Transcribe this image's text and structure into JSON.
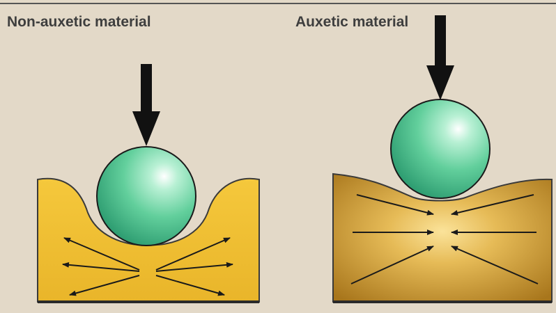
{
  "panels": [
    {
      "id": "left",
      "title": "Non-auxetic material"
    },
    {
      "id": "right",
      "title": "Auxetic material"
    }
  ],
  "colors": {
    "background": "#e3d9c8",
    "material_light": "#f4c437",
    "material_dark": "#a8761c",
    "sphere": "#5fcf9a",
    "arrow": "#111111",
    "frame": "#2a2a2a"
  },
  "icons": [
    "down-arrow-icon",
    "sphere",
    "strain-arrow"
  ]
}
